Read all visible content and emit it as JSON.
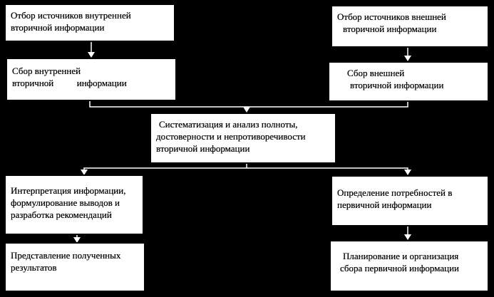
{
  "boxes": {
    "internal_sources": [
      "Отбор источников внутренней",
      "вторичной информации"
    ],
    "external_sources": [
      "Отбор источников внешней",
      "вторичной информации"
    ],
    "internal_collection": [
      "Сбор внутренней",
      "вторичной          информации"
    ],
    "external_collection": [
      "Сбор внешней",
      "вторичной информации"
    ],
    "systematization": [
      "Систематизация и анализ полноты,",
      "достоверности и непротиворечивости",
      "вторичной информации"
    ],
    "interpretation": [
      "Интерпретация информации,",
      "формулирование выводов и",
      "разработка рекомендаций"
    ],
    "needs_definition": [
      "Определение потребностей в",
      "первичной информации"
    ],
    "presentation": [
      "Представление полученных",
      "результатов"
    ],
    "planning": [
      "Планирование и организация",
      "сбора первичной информации"
    ]
  },
  "colors": {
    "background": "#000000",
    "box": "#ffffff",
    "border": "#000000",
    "connector": "#ffffff"
  }
}
